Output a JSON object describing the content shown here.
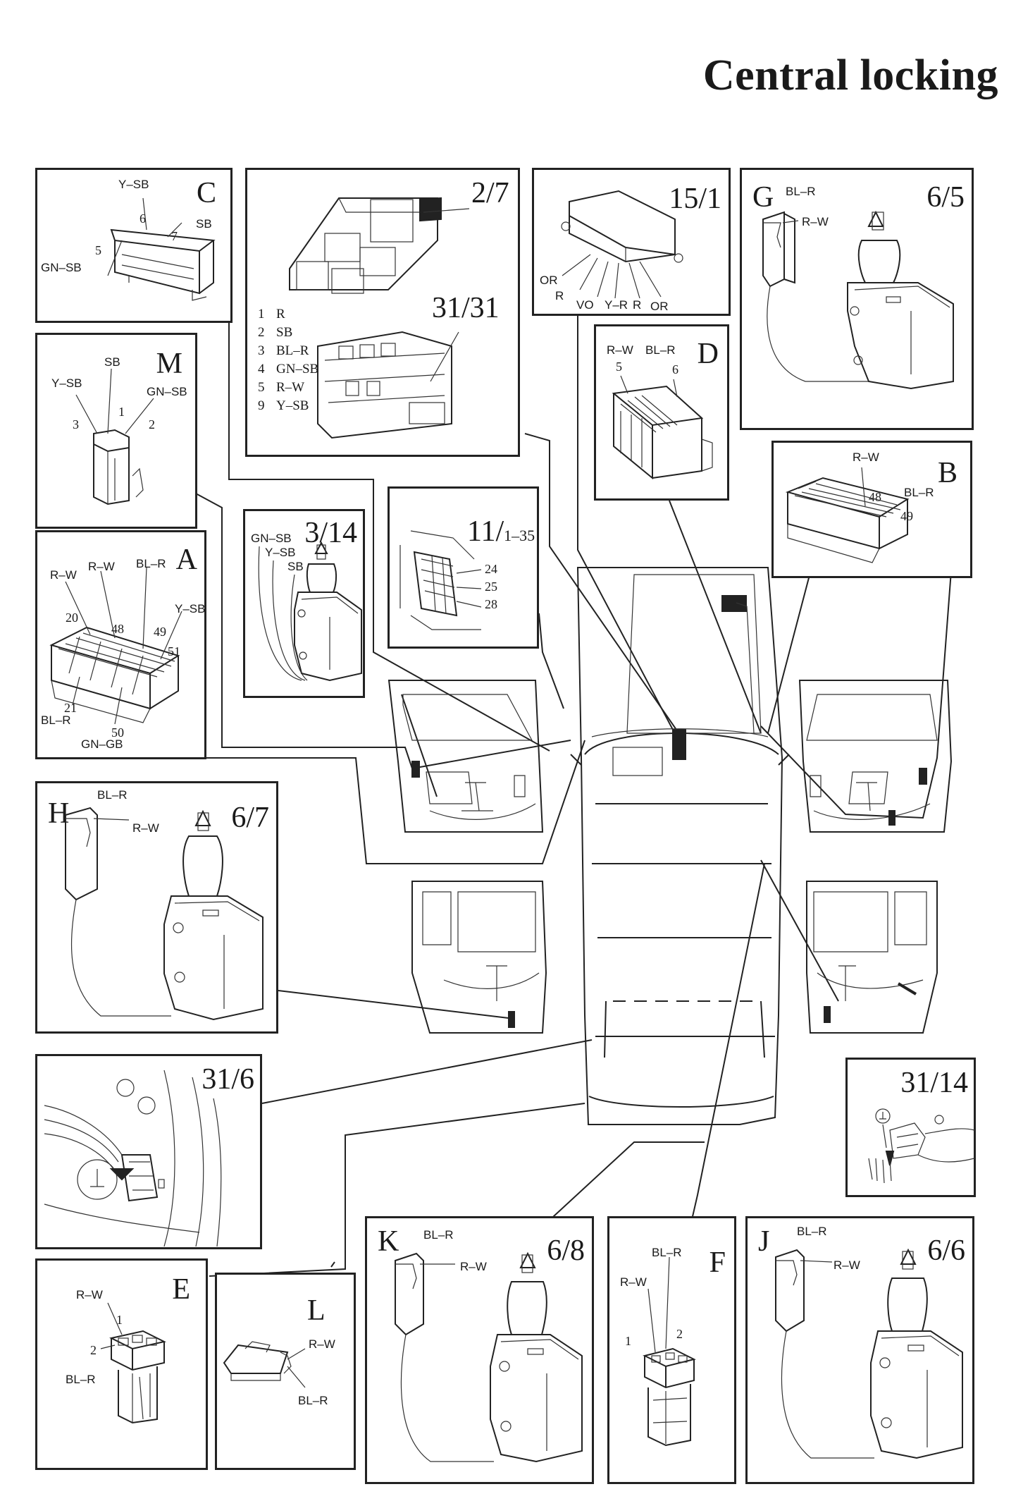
{
  "title": "Central locking",
  "panels": {
    "C": {
      "label": "C",
      "wires": [
        "Y–SB",
        "SB",
        "GN–SB"
      ],
      "pins": [
        "6",
        "7",
        "5"
      ]
    },
    "c27": {
      "codes": [
        "2/7",
        "31/31"
      ],
      "legend": [
        {
          "pin": "1",
          "color": "R"
        },
        {
          "pin": "2",
          "color": "SB"
        },
        {
          "pin": "3",
          "color": "BL–R"
        },
        {
          "pin": "4",
          "color": "GN–SB"
        },
        {
          "pin": "5",
          "color": "R–W"
        },
        {
          "pin": "9",
          "color": "Y–SB"
        }
      ]
    },
    "c151": {
      "code": "15/1",
      "wires": [
        "OR",
        "R",
        "VO",
        "Y–R",
        "R",
        "OR"
      ]
    },
    "G": {
      "label": "G",
      "code": "6/5",
      "wires": [
        "BL–R",
        "R–W"
      ]
    },
    "M": {
      "label": "M",
      "wires": [
        "SB",
        "Y–SB",
        "GN–SB"
      ],
      "pins": [
        "1",
        "3",
        "2"
      ]
    },
    "D": {
      "label": "D",
      "wires": [
        "R–W",
        "BL–R"
      ],
      "pins": [
        "5",
        "6"
      ]
    },
    "B": {
      "label": "B",
      "wires": [
        "R–W",
        "BL–R"
      ],
      "pins": [
        "48",
        "49"
      ]
    },
    "A": {
      "label": "A",
      "wires": [
        "R–W",
        "R–W",
        "BL–R",
        "Y–SB",
        "BL–R",
        "GN–GB"
      ],
      "pins": [
        "20",
        "48",
        "49",
        "51",
        "21",
        "50"
      ]
    },
    "c314": {
      "code": "3/14",
      "wires": [
        "GN–SB",
        "Y–SB",
        "SB"
      ]
    },
    "c11": {
      "code": "11/",
      "code_sub": "1–35",
      "pins": [
        "24",
        "25",
        "28"
      ]
    },
    "H": {
      "label": "H",
      "code": "6/7",
      "wires": [
        "BL–R",
        "R–W"
      ]
    },
    "c316": {
      "code": "31/6"
    },
    "c3114": {
      "code": "31/14"
    },
    "E": {
      "label": "E",
      "wires": [
        "R–W",
        "BL–R"
      ],
      "pins": [
        "1",
        "2"
      ]
    },
    "L": {
      "label": "L",
      "wires": [
        "R–W",
        "BL–R"
      ]
    },
    "K": {
      "label": "K",
      "code": "6/8",
      "wires": [
        "BL–R",
        "R–W"
      ]
    },
    "F": {
      "label": "F",
      "wires": [
        "BL–R",
        "R–W"
      ],
      "pins": [
        "1",
        "2"
      ]
    },
    "J": {
      "label": "J",
      "code": "6/6",
      "wires": [
        "BL–R",
        "R–W"
      ]
    }
  }
}
